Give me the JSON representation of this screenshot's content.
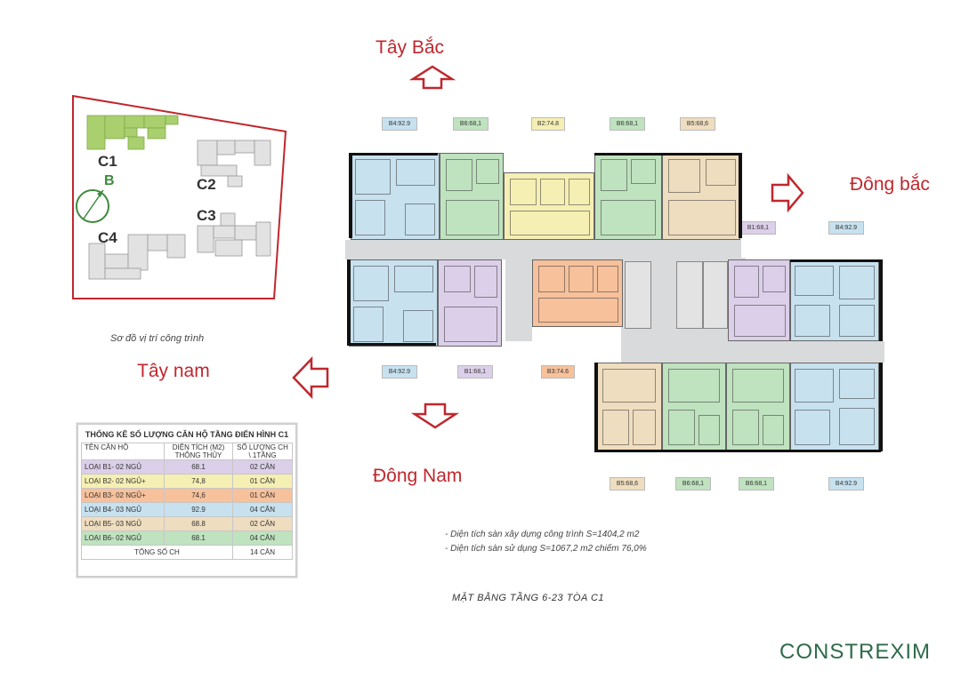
{
  "directions": {
    "northwest": "Tây Bắc",
    "northeast": "Đông bắc",
    "southwest": "Tây nam",
    "southeast": "Đông Nam"
  },
  "site_plan": {
    "caption": "Sơ đồ vị trí công trình",
    "buildings": {
      "c1": "C1",
      "b": "B",
      "c2": "C2",
      "c3": "C3",
      "c4": "C4"
    }
  },
  "unit_tags": {
    "top": [
      "B4:92.9",
      "B6:68,1",
      "B2:74.8",
      "B6:68,1",
      "B5:68,6"
    ],
    "right": [
      "B1:68,1",
      "B4:92.9"
    ],
    "lower_left": [
      "B4:92.9",
      "B1:68,1",
      "B3:74.6"
    ],
    "bottom": [
      "B5:68,6",
      "B6:68,1",
      "B6:68,1",
      "B4:92.9"
    ]
  },
  "stats_table": {
    "title": "THỐNG KÊ SỐ LƯỢNG CĂN HỘ TẦNG ĐIỂN HÌNH C1",
    "headers": {
      "name": "TÊN CĂN HỘ",
      "area": "DIỆN TÍCH (M2) THÔNG THỦY",
      "count": "SỐ LƯỢNG CH \\ 1TẦNG"
    },
    "rows": [
      {
        "name": "LOẠI B1- 02 NGỦ",
        "area": "68.1",
        "count": "02 CĂN",
        "color": "#dccfe9"
      },
      {
        "name": "LOẠI B2- 02 NGỦ+",
        "area": "74,8",
        "count": "01 CĂN",
        "color": "#f6efb4"
      },
      {
        "name": "LOẠI B3- 02 NGỦ+",
        "area": "74,6",
        "count": "01 CĂN",
        "color": "#f7c19c"
      },
      {
        "name": "LOẠI B4- 03 NGỦ",
        "area": "92.9",
        "count": "04 CĂN",
        "color": "#c7e1ef"
      },
      {
        "name": "LOẠI B5- 03 NGỦ",
        "area": "68.8",
        "count": "02 CĂN",
        "color": "#efddbf"
      },
      {
        "name": "LOẠI B6- 02 NGỦ",
        "area": "68.1",
        "count": "04 CĂN",
        "color": "#bfe2bf"
      }
    ],
    "total_label": "TỔNG SỐ CH",
    "total_value": "14 CĂN"
  },
  "notes": [
    "- Diện tích sàn xây dựng công trình S=1404,2 m2",
    "- Diện tích sàn sử dụng S=1067,2 m2 chiếm 76,0%"
  ],
  "plan_title": "MẶT BẰNG TẦNG 6-23 TÒA C1",
  "logo": "CONSTREXIM",
  "colors": {
    "accent_red": "#c0272d",
    "b1": "#dccfe9",
    "b2": "#f6efb4",
    "b3": "#f7c19c",
    "b4": "#c7e1ef",
    "b5": "#efddbf",
    "b6": "#bfe2bf",
    "site_green": "#a9cf6f",
    "logo_green": "#2e6b4a"
  }
}
